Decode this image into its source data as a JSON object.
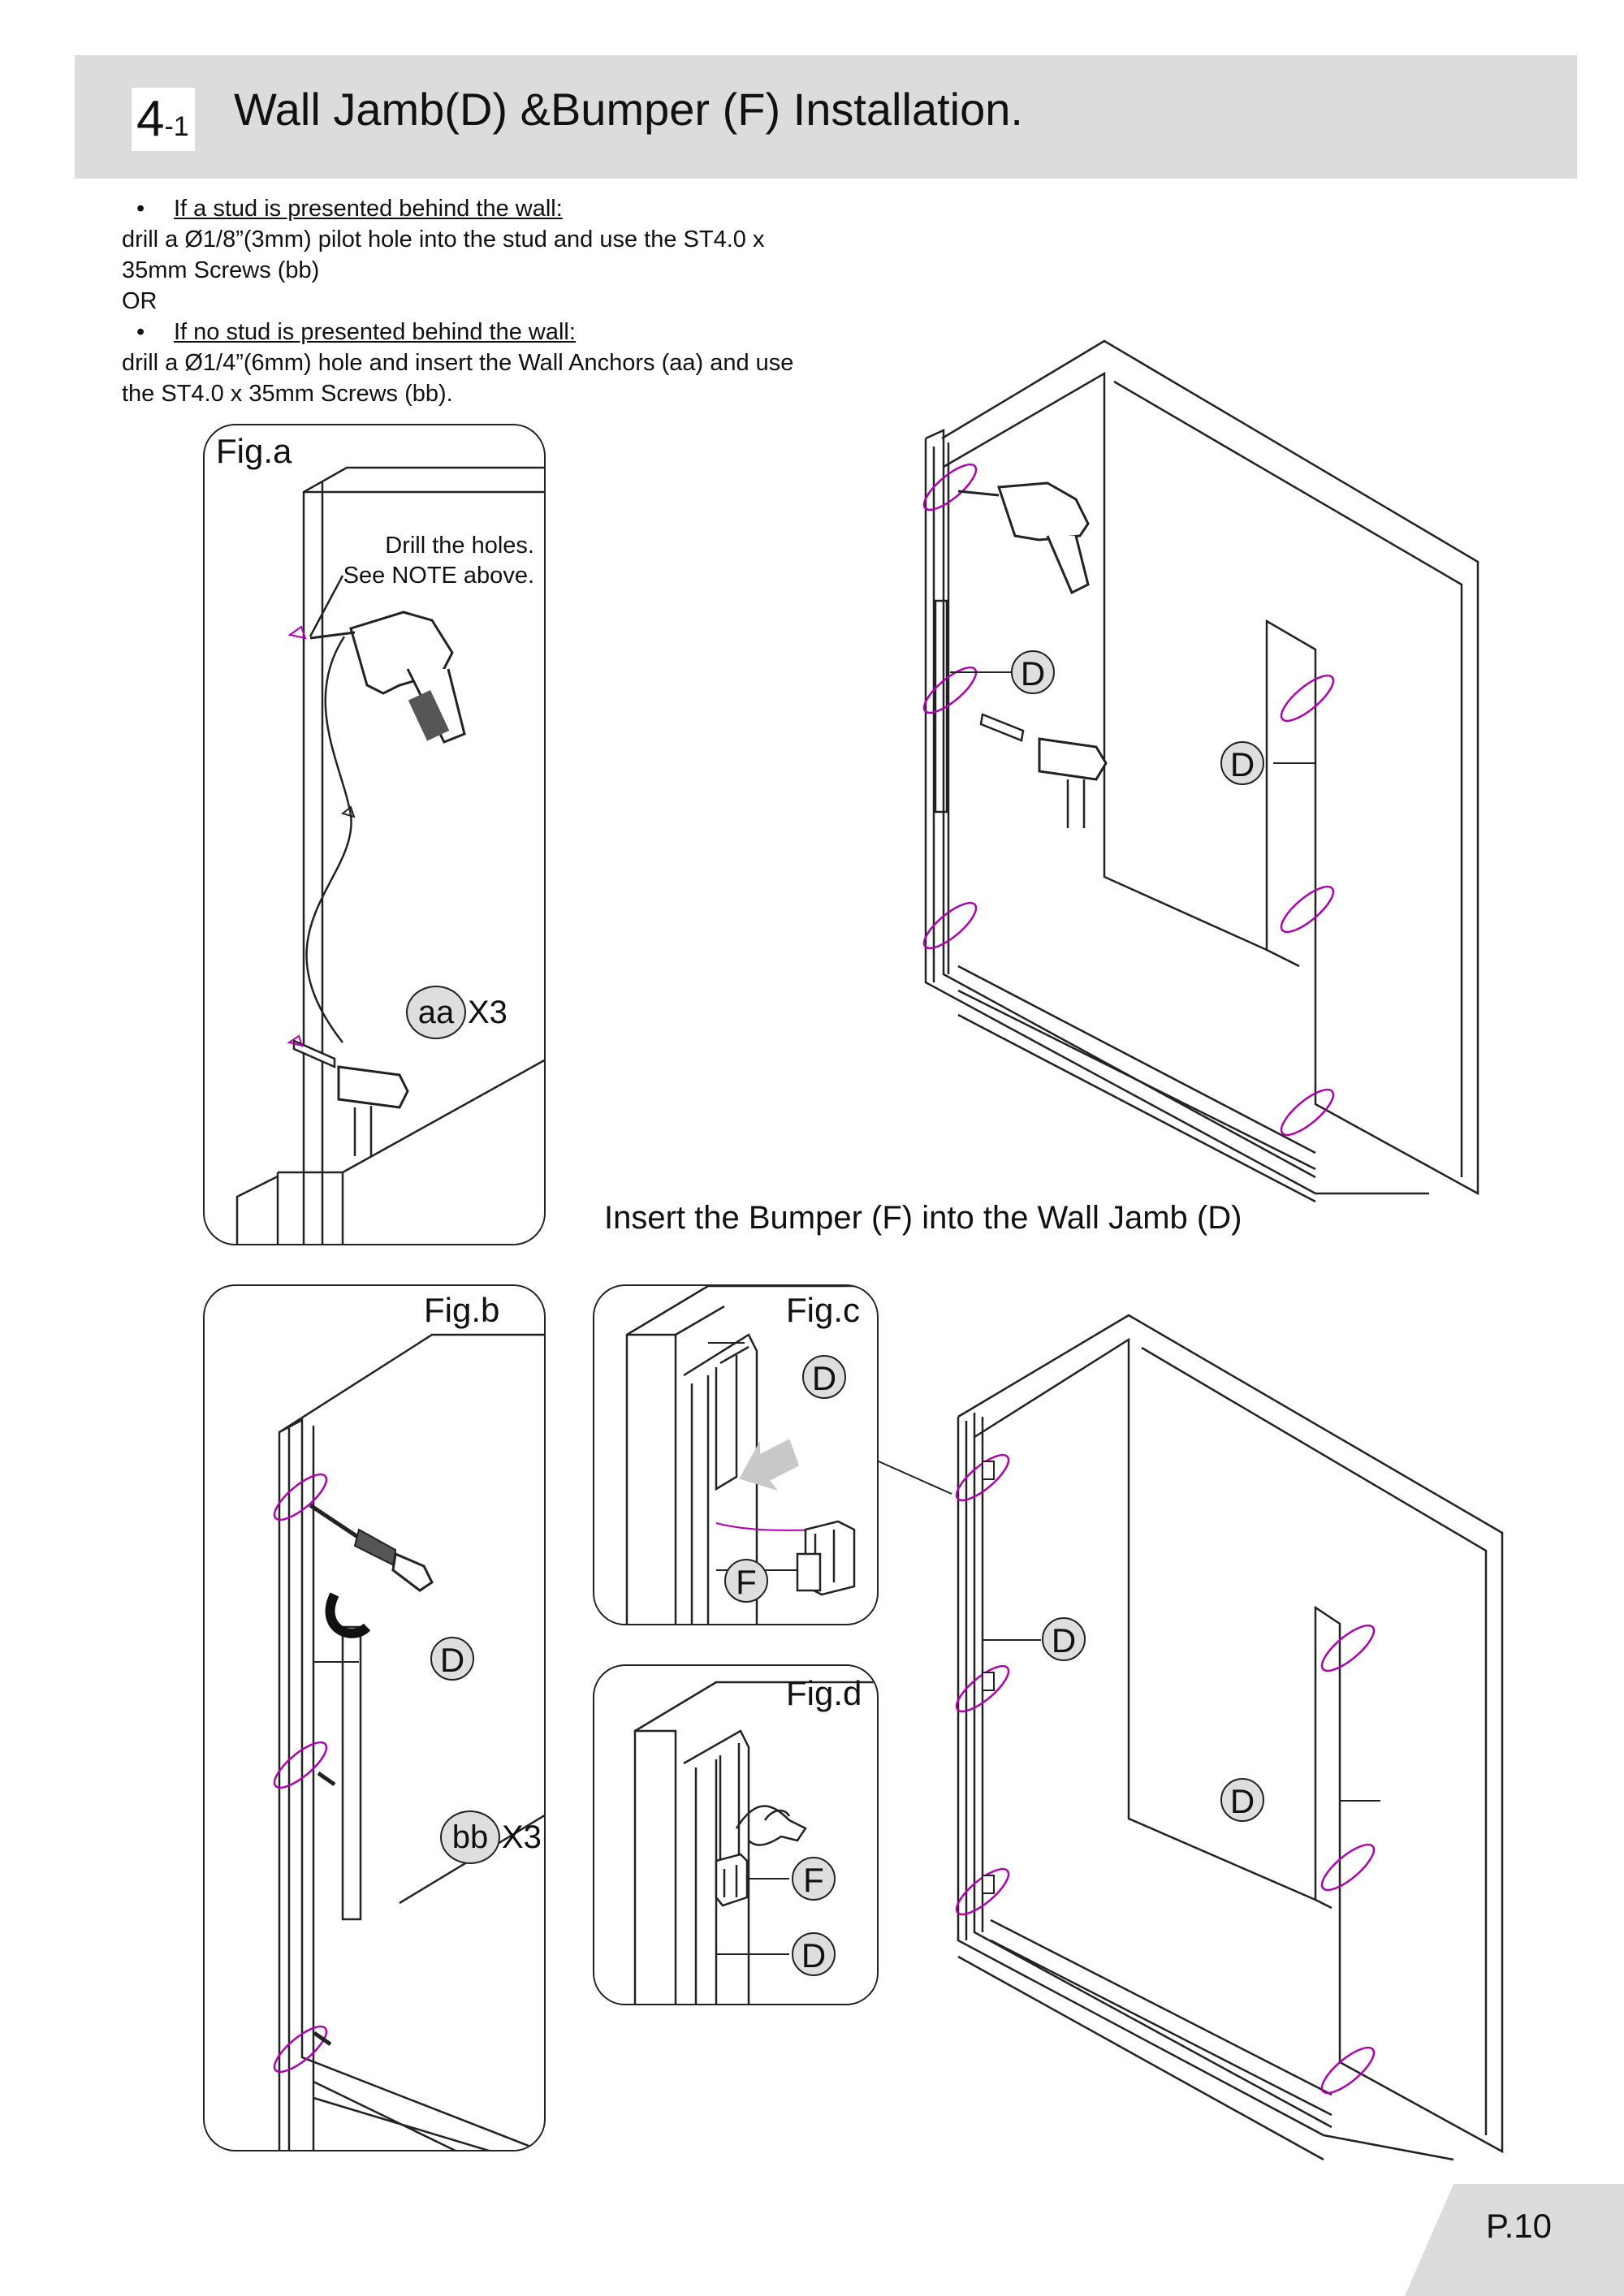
{
  "header": {
    "step_number": "4",
    "step_sub": "-1",
    "title": "Wall Jamb(D) &Bumper (F) Installation."
  },
  "instructions": {
    "bullet1_heading": "If a stud is presented behind the wall:",
    "bullet1_line1": "drill a Ø1/8”(3mm) pilot hole into the stud and use the ST4.0 x",
    "bullet1_line2": "35mm  Screws (bb)",
    "or": "OR",
    "bullet2_heading": "If no stud is presented behind the wall:",
    "bullet2_line1": "drill a Ø1/4”(6mm) hole and insert the Wall Anchors (aa) and use",
    "bullet2_line2": "the ST4.0 x 35mm Screws (bb)."
  },
  "fig_a": {
    "label": "Fig.a",
    "note_line1": "Drill the holes.",
    "note_line2": "See NOTE above.",
    "qty_part": "aa",
    "qty_count": "X3"
  },
  "overview_top": {
    "callout_left": "D",
    "callout_right": "D"
  },
  "caption": "Insert the Bumper (F) into the Wall Jamb (D)",
  "fig_b": {
    "label": "Fig.b",
    "callout": "D",
    "qty_part": "bb",
    "qty_count": "X3"
  },
  "fig_c": {
    "label": "Fig.c",
    "callout_top": "D",
    "callout_bottom": "F"
  },
  "fig_d": {
    "label": "Fig.d",
    "callout_top": "F",
    "callout_bottom": "D"
  },
  "overview_bottom": {
    "callout_left": "D",
    "callout_right": "D"
  },
  "page_number": "P.10",
  "colors": {
    "header_bg": "#dcdcdc",
    "highlight": "#b000b0",
    "callout_bg": "#dedede",
    "line": "#222222"
  }
}
